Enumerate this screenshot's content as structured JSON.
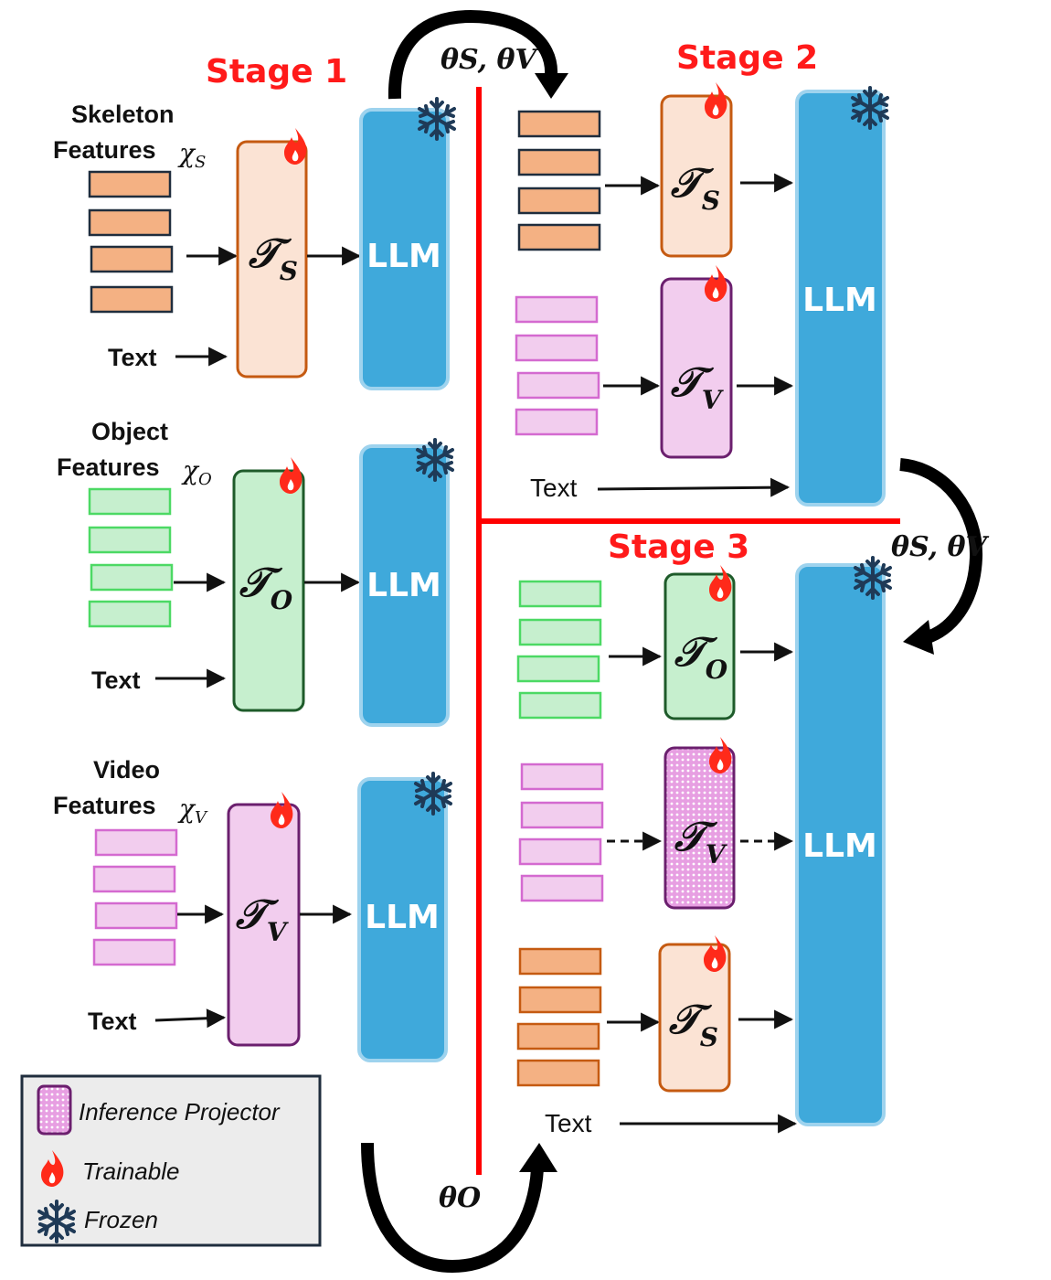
{
  "stages": {
    "stage1": "Stage 1",
    "stage2": "Stage 2",
    "stage3": "Stage 3"
  },
  "features": {
    "skeleton_line1": "Skeleton",
    "skeleton_line2": "Features",
    "skeleton_sym": "χ",
    "skeleton_sub": "S",
    "object_line1": "Object",
    "object_line2": "Features",
    "object_sym": "χ",
    "object_sub": "O",
    "video_line1": "Video",
    "video_line2": "Features",
    "video_sym": "χ",
    "video_sub": "V"
  },
  "text_label": "Text",
  "llm_label": "LLM",
  "projectors": {
    "symbol": "𝒯",
    "s_sub": "S",
    "o_sub": "O",
    "v_sub": "V"
  },
  "transfers": {
    "top": "θS, θV",
    "right": "θS, θV",
    "bottom": "θO"
  },
  "legend": {
    "inference_projector": "Inference Projector",
    "trainable": "Trainable",
    "frozen": "Frozen"
  },
  "colors": {
    "skeleton_fill": "#f4b183",
    "skeleton_stroke": "#1f2d3d",
    "skeleton_proj_fill": "#fbe3d4",
    "skeleton_proj_stroke": "#c55a11",
    "object_fill": "#c6efce",
    "object_stroke": "#4cd964",
    "object_proj_fill": "#c6efce",
    "object_proj_stroke": "#1e5b2a",
    "video_fill": "#f2cdee",
    "video_stroke": "#d46ad0",
    "video_proj_fill": "#f2cdee",
    "video_proj_stroke": "#6b1f6e",
    "llm_fill": "#3fa9db",
    "llm_stroke": "#9ed3ee",
    "divider": "#ff0000",
    "flame": "#ff2a1a",
    "snowflake": "#1f3a57",
    "legend_bg": "#ececec"
  }
}
